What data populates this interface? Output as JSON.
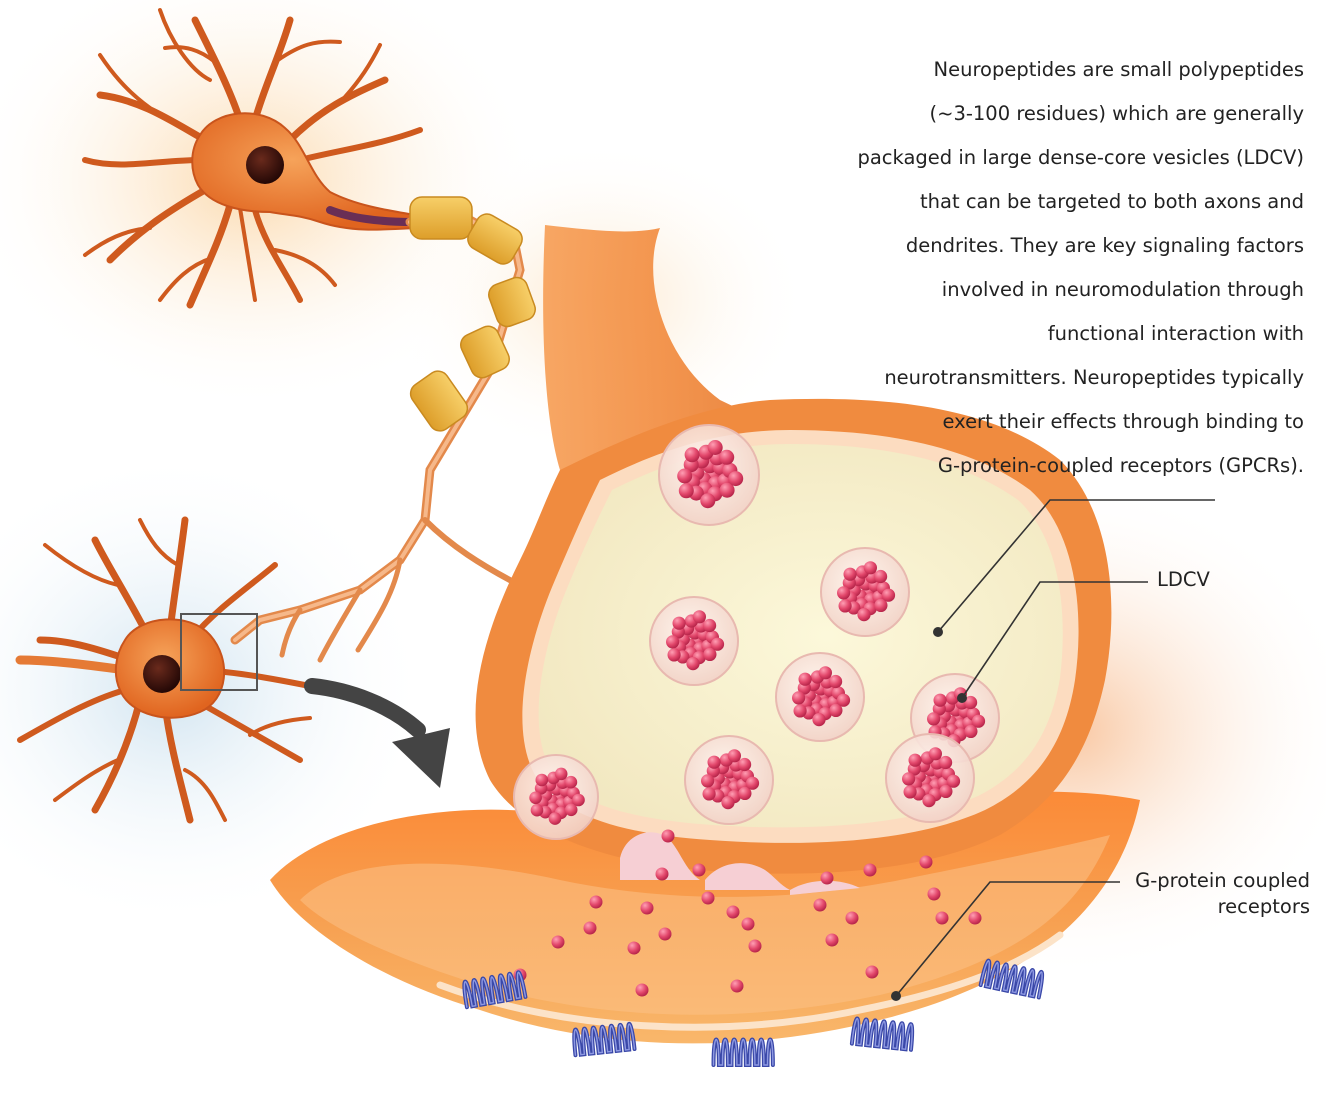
{
  "description_lines": [
    "Neuropeptides are small polypeptides",
    "(~3-100 residues) which are generally",
    "packaged in large dense-core vesicles (LDCV)",
    "that can be targeted to both axons and",
    "dendrites. They are key signaling factors",
    "involved in neuromodulation through",
    "functional interaction with",
    "neurotransmitters. Neuropeptides typically",
    "exert their effects through binding to",
    "G-protein-coupled receptors (GPCRs)."
  ],
  "labels": {
    "ldcv": "LDCV",
    "gpcr_line1": "G-protein coupled",
    "gpcr_line2": "receptors"
  },
  "colors": {
    "neuron": "#e9762e",
    "neuron_dark": "#c4501c",
    "myelin": "#eeb43f",
    "terminal_fill": "#f7f2d3",
    "vesicle_core": "#e0466b",
    "receptor": "#4252b0",
    "postsynaptic": "#f39d4f"
  },
  "icons": [
    "neuron-upper",
    "neuron-lower",
    "zoom-box",
    "curved-arrow",
    "ldcv-vesicle",
    "gpcr-receptor"
  ]
}
